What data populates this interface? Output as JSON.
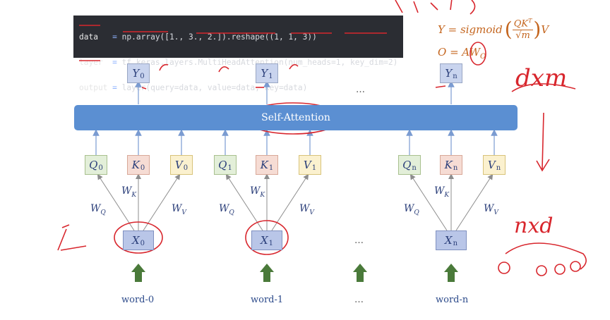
{
  "code": {
    "line1": {
      "v": "data",
      "op": "=",
      "rest": "np.array([1., 3., 2.]).reshape((1, 1, 3))"
    },
    "line2": {
      "v": "layer",
      "op": "=",
      "rest": "tf.keras.layers.MultiHeadAttention(num_heads=1, key_dim=2)"
    },
    "line3": {
      "v": "output",
      "op": "=",
      "rest": "layer(query=data, value=data, key=data)"
    }
  },
  "formula": {
    "y_left": "Y = sigmoid",
    "frac_num": "QK",
    "frac_num_sup": "T",
    "frac_den": "√m",
    "y_right": "V",
    "o_eq": "O = AW",
    "o_sub": "O"
  },
  "attention_label": "Self-Attention",
  "outputs": [
    {
      "s": "Y",
      "sub": "0"
    },
    {
      "s": "Y",
      "sub": "1"
    },
    {
      "s": "Y",
      "sub": "n"
    }
  ],
  "groups": [
    {
      "q": "Q",
      "k": "K",
      "v": "V",
      "sub": "0",
      "x": "X",
      "word": "word-0"
    },
    {
      "q": "Q",
      "k": "K",
      "v": "V",
      "sub": "1",
      "x": "X",
      "word": "word-1"
    },
    {
      "q": "Q",
      "k": "K",
      "v": "V",
      "sub": "n",
      "x": "X",
      "word": "word-n"
    }
  ],
  "weights": {
    "wq": "W",
    "wq_sub": "Q",
    "wk": "W",
    "wk_sub": "K",
    "wv": "W",
    "wv_sub": "V"
  },
  "ellipsis": "…",
  "handwriting": {
    "dxm": "dxm",
    "nxd": "nxd",
    "one": "1"
  }
}
